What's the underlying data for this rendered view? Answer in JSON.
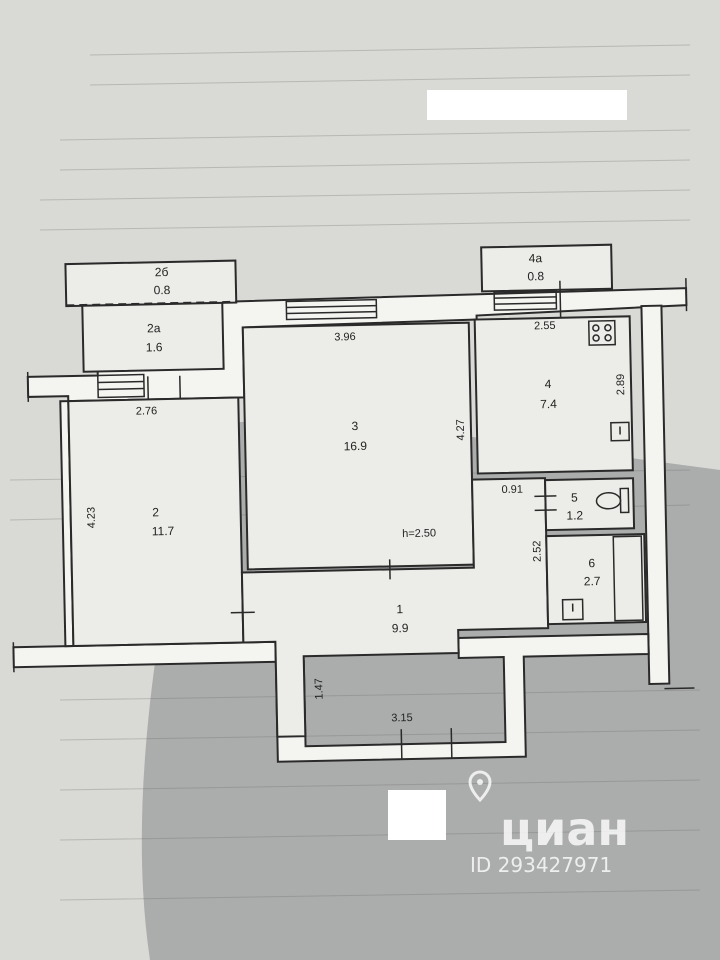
{
  "rooms": [
    {
      "id": "1",
      "num": "1",
      "area": "9.9"
    },
    {
      "id": "2",
      "num": "2",
      "area": "11.7"
    },
    {
      "id": "2a",
      "num": "2а",
      "area": "1.6"
    },
    {
      "id": "2b",
      "num": "2б",
      "area": "0.8"
    },
    {
      "id": "3",
      "num": "3",
      "area": "16.9"
    },
    {
      "id": "4",
      "num": "4",
      "area": "7.4"
    },
    {
      "id": "4a",
      "num": "4а",
      "area": "0.8"
    },
    {
      "id": "5",
      "num": "5",
      "area": "1.2"
    },
    {
      "id": "6",
      "num": "6",
      "area": "2.7"
    }
  ],
  "dimensions": {
    "d276": "2.76",
    "d396": "3.96",
    "d255": "2.55",
    "d289": "2.89",
    "d427": "4.27",
    "d423": "4.23",
    "d091": "0.91",
    "d252": "2.52",
    "d147": "1.47",
    "d315": "3.15"
  },
  "ceiling_height": "h=2.50",
  "watermark": {
    "brand": "циан",
    "id": "ID 293427971"
  },
  "colors": {
    "background": "#d9d9d6",
    "paper": "#ecece8",
    "ink": "#2a2a2a",
    "redaction": "#ffffff"
  }
}
